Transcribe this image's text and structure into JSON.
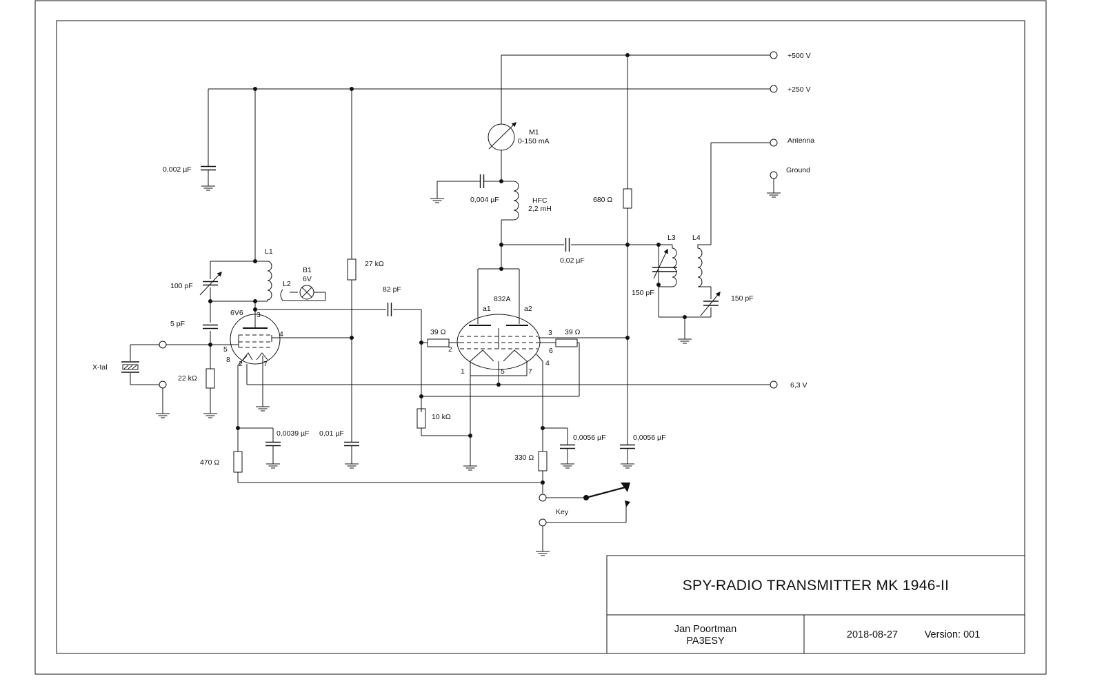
{
  "title_block": {
    "title": "SPY-RADIO  TRANSMITTER  MK 1946-II",
    "author_name": "Jan Poortman",
    "author_call": "PA3ESY",
    "date": "2018-08-27",
    "version": "Version: 001"
  },
  "terminals": {
    "plus500": "+500 V",
    "plus250": "+250 V",
    "antenna": "Antenna",
    "ground": "Ground",
    "heater": "6,3 V",
    "key": "Key",
    "xtal": "X-tal"
  },
  "components": {
    "c_0002": "0,002 µF",
    "l1": "L1",
    "c_100p": "100 pF",
    "c_5p": "5 pF",
    "r_22k": "22 kΩ",
    "b1": "B1",
    "b1_v": "6V",
    "l2": "L2",
    "v1_name": "6V6",
    "v1_p3": "3",
    "v1_p4": "4",
    "v1_p5": "5",
    "v1_p8": "8",
    "v1_p2": "2",
    "v1_p7": "7",
    "r_27k": "27 kΩ",
    "c_82p": "82 pF",
    "r_39a": "39 Ω",
    "r_10k": "10 kΩ",
    "c_00039": "0,0039 µF",
    "c_001": "0,01 µF",
    "r_470": "470 Ω",
    "m1": "M1",
    "m1_range": "0-150 mA",
    "c_0004": "0,004 µF",
    "hfc": "HFC",
    "hfc_v": "2,2 mH",
    "c_002": "0,02 µF",
    "v2_name": "832A",
    "v2_a1": "a1",
    "v2_a2": "a2",
    "v2_p3": "3",
    "v2_p6": "6",
    "v2_p2": "2",
    "v2_p4": "4",
    "v2_p1": "1",
    "v2_p5": "5",
    "v2_p7": "7",
    "r_39b": "39 Ω",
    "r_680": "680 Ω",
    "c_00056a": "0,0056 µF",
    "c_00056b": "0,0056 µF",
    "r_330": "330 Ω",
    "l3": "L3",
    "l4": "L4",
    "c_150a": "150 pF",
    "c_150b": "150 pF"
  }
}
